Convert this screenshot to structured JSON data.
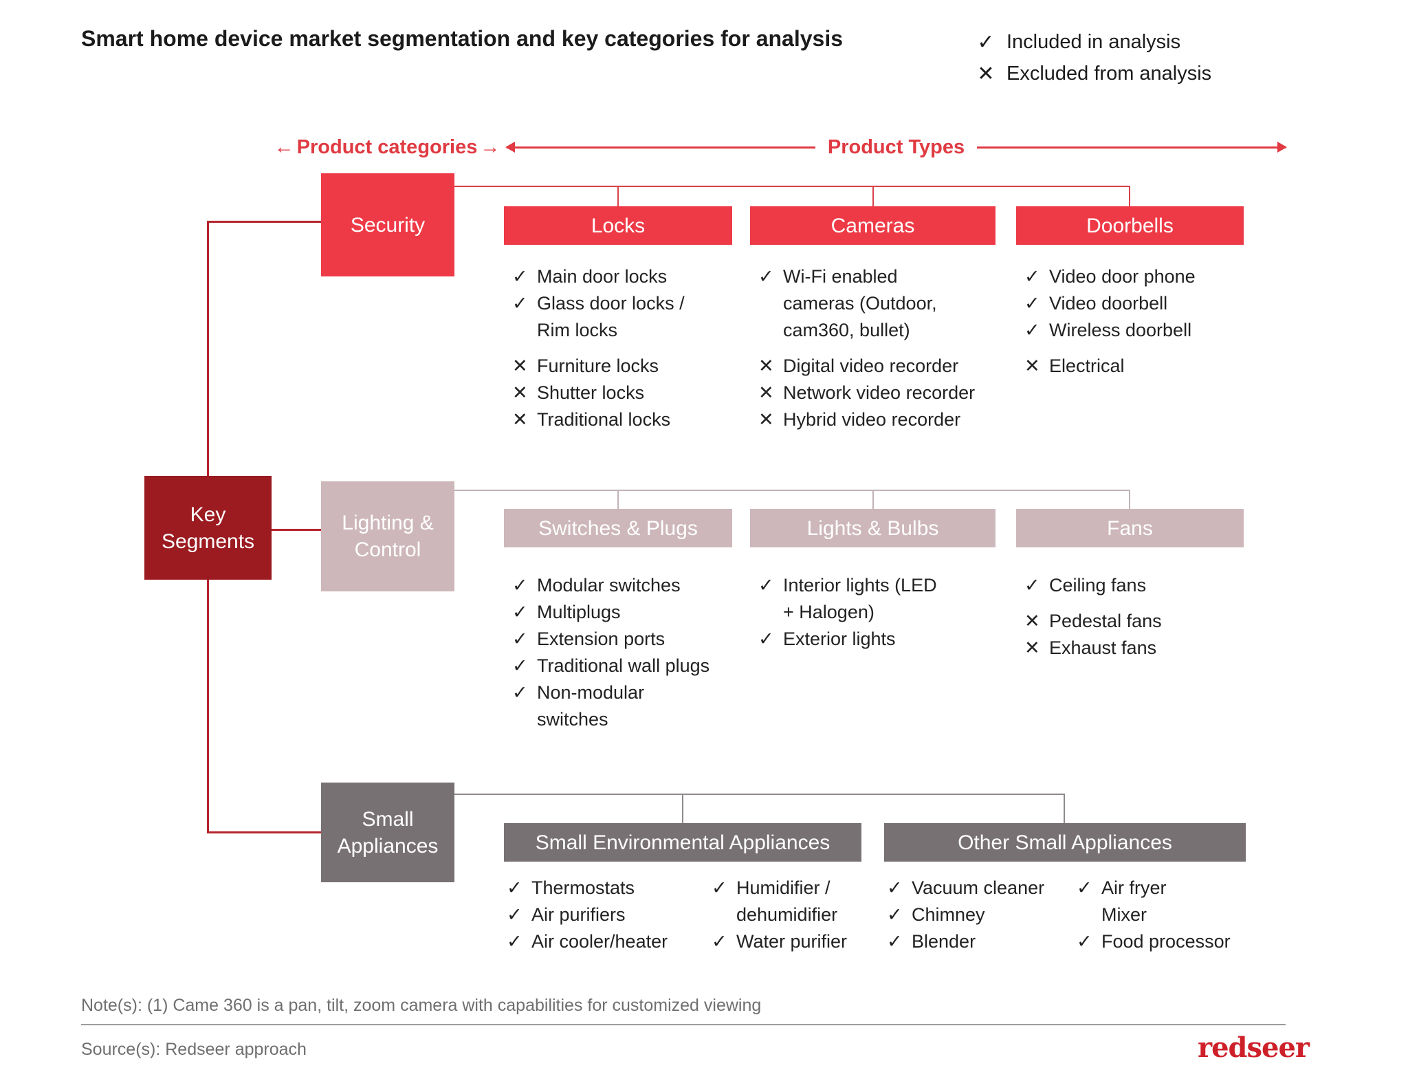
{
  "title": "Smart home device market segmentation and key categories for analysis",
  "legend": {
    "included_label": "Included in analysis",
    "excluded_label": "Excluded from analysis"
  },
  "axis": {
    "categories_label": "Product categories",
    "types_label": "Product Types"
  },
  "icons": {
    "check": "✓",
    "cross": "✕",
    "arrow_left": "←",
    "arrow_right": "→"
  },
  "key_segments": {
    "label": "Key\nSegments"
  },
  "segments": [
    {
      "name": "Security",
      "types": [
        {
          "title": "Locks",
          "included": [
            "Main door locks",
            "Glass door locks /\nRim locks"
          ],
          "excluded": [
            "Furniture locks",
            "Shutter locks",
            "Traditional locks"
          ]
        },
        {
          "title": "Cameras",
          "included": [
            "Wi-Fi enabled\ncameras (Outdoor,\ncam360, bullet)"
          ],
          "excluded": [
            "Digital video recorder",
            "Network video recorder",
            "Hybrid video recorder"
          ]
        },
        {
          "title": "Doorbells",
          "included": [
            "Video door phone",
            "Video doorbell",
            "Wireless doorbell"
          ],
          "excluded": [
            "Electrical"
          ]
        }
      ]
    },
    {
      "name": "Lighting &\nControl",
      "types": [
        {
          "title": "Switches & Plugs",
          "included": [
            "Modular switches",
            "Multiplugs",
            "Extension ports",
            "Traditional wall plugs",
            "Non-modular\nswitches"
          ],
          "excluded": []
        },
        {
          "title": "Lights & Bulbs",
          "included": [
            "Interior lights (LED\n+ Halogen)",
            "Exterior lights"
          ],
          "excluded": []
        },
        {
          "title": "Fans",
          "included": [
            "Ceiling fans"
          ],
          "excluded": [
            "Pedestal fans",
            "Exhaust fans"
          ]
        }
      ]
    },
    {
      "name": "Small\nAppliances",
      "types": [
        {
          "title": "Small Environmental Appliances",
          "columns": [
            [
              "Thermostats",
              "Air purifiers",
              "Air cooler/heater"
            ],
            [
              "Humidifier /\ndehumidifier",
              "Water purifier"
            ]
          ]
        },
        {
          "title": "Other Small Appliances",
          "columns": [
            [
              "Vacuum cleaner",
              "Chimney",
              "Blender"
            ],
            [
              "Air fryer\nMixer",
              "Food processor"
            ]
          ]
        }
      ]
    }
  ],
  "footer": {
    "note": "Note(s): (1) Came 360 is a pan, tilt, zoom camera with capabilities for customized viewing",
    "source": "Source(s): Redseer approach",
    "logo": "redseer"
  },
  "colors": {
    "bright_red": "#ee3a46",
    "dark_red": "#9b1b21",
    "mauve": "#cdb7bb",
    "gray": "#787173",
    "axis_red": "#e03a42",
    "spine_red": "#b5242c",
    "logo_red": "#ce2029"
  }
}
